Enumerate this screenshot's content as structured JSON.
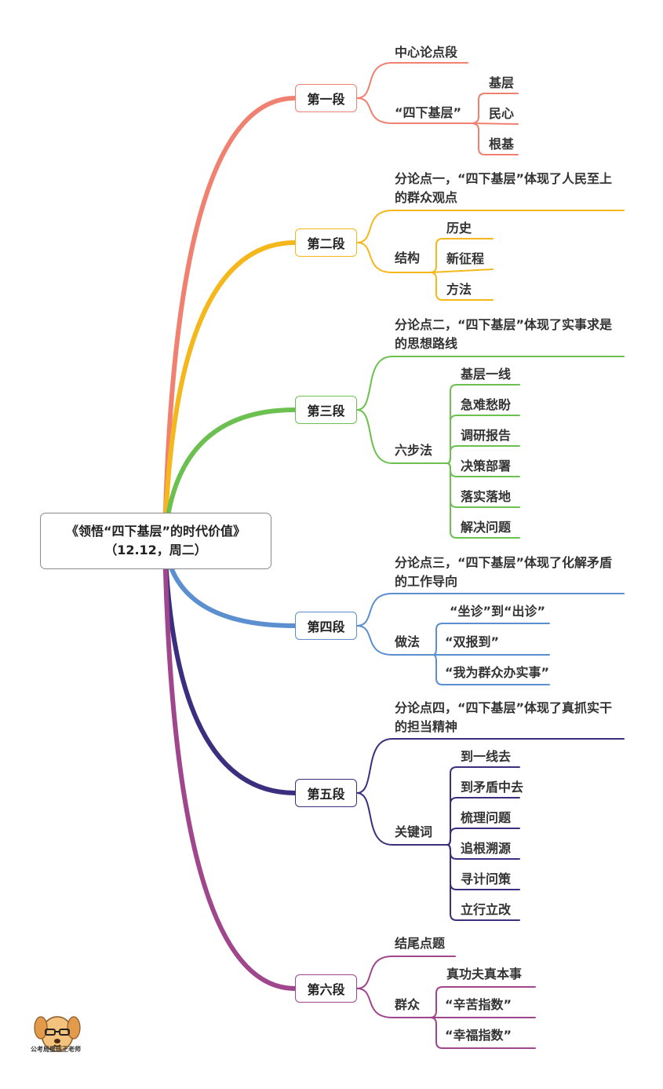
{
  "root": {
    "title": "《领悟“四下基层”的时代价值》",
    "subtitle": "（12.12，周二）"
  },
  "sections": [
    {
      "label": "第一段",
      "color": "#f08070",
      "topic": "中心论点段",
      "group": "“四下基层”",
      "items": [
        "基层",
        "民心",
        "根基"
      ]
    },
    {
      "label": "第二段",
      "color": "#f5b81c",
      "topic": "分论点一，“四下基层”体现了人民至上的群众观点",
      "group": "结构",
      "items": [
        "历史",
        "新征程",
        "方法"
      ]
    },
    {
      "label": "第三段",
      "color": "#6cc050",
      "topic": "分论点二，“四下基层”体现了实事求是的思想路线",
      "group": "六步法",
      "items": [
        "基层一线",
        "急难愁盼",
        "调研报告",
        "决策部署",
        "落实落地",
        "解决问题"
      ]
    },
    {
      "label": "第四段",
      "color": "#5b8fd0",
      "topic": "分论点三，“四下基层”体现了化解矛盾的工作导向",
      "group": "做法",
      "items": [
        "“坐诊”到“出诊”",
        "“双报到”",
        "“我为群众办实事”"
      ]
    },
    {
      "label": "第五段",
      "color": "#3a2f7e",
      "topic": "分论点四，“四下基层”体现了真抓实干的担当精神",
      "group": "关键词",
      "items": [
        "到一线去",
        "到矛盾中去",
        "梳理问题",
        "追根溯源",
        "寻计问策",
        "立行立改"
      ]
    },
    {
      "label": "第六段",
      "color": "#a0468c",
      "topic": "结尾点题",
      "group": "群众",
      "items": [
        "真功夫真本事",
        "“辛苦指数”",
        "“幸福指数”"
      ]
    }
  ],
  "logo": {
    "text": "公考局壁班王老师",
    "icon": "dog-mascot-icon"
  }
}
